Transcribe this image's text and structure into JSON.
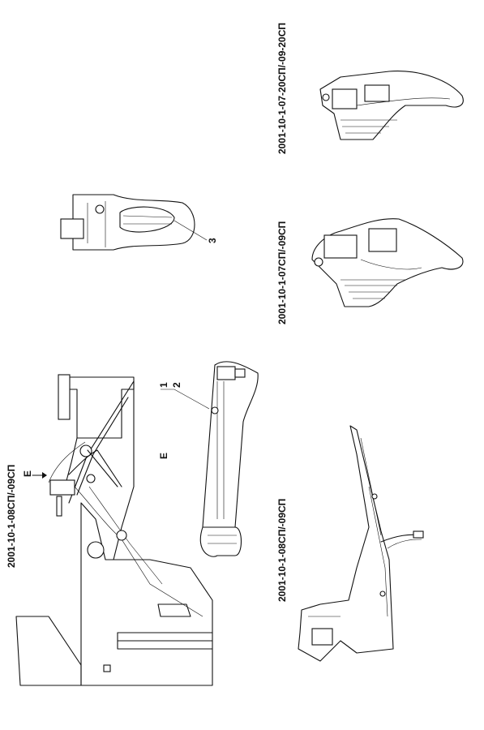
{
  "views": {
    "main_assembly": {
      "code": "2001-10-1-08СП/-09СП",
      "view_marker": "E"
    },
    "detail_e": {
      "label": "E",
      "callout_1": "1",
      "callout_2": "2"
    },
    "detail_3": {
      "callout": "3"
    },
    "frame_08": {
      "code": "2001-10-1-08СП/-09СП"
    },
    "assy_07": {
      "code": "2001-10-1-07СП/-09СП"
    },
    "assy_07_20": {
      "code": "2001-10-1-07-20СП/-09-20СП"
    }
  }
}
